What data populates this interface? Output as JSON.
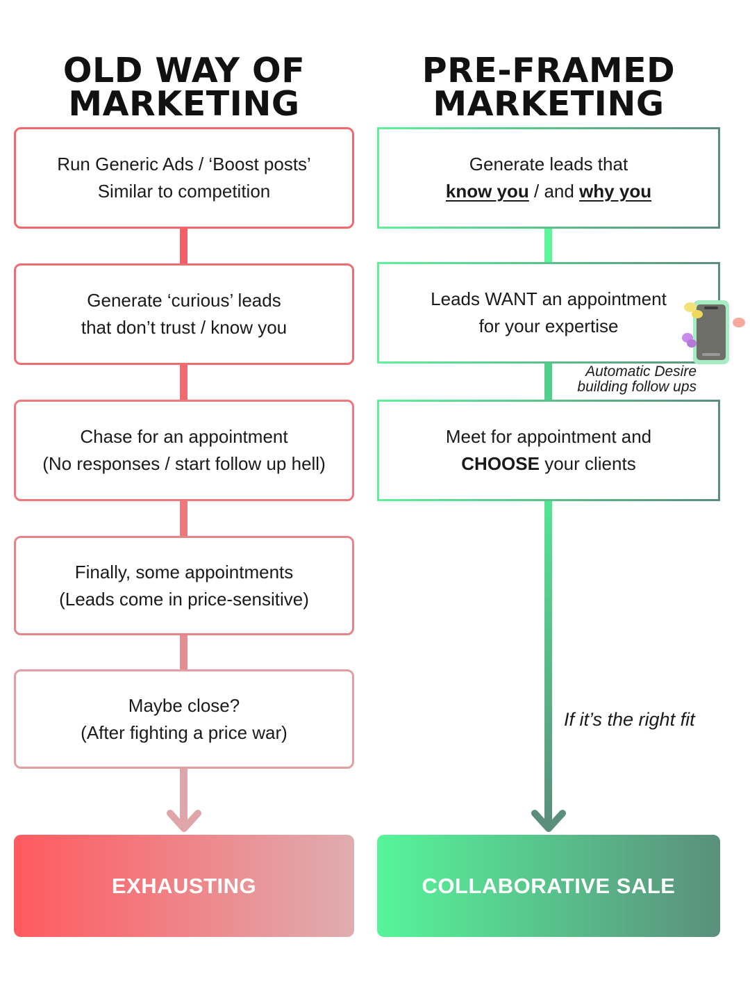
{
  "left": {
    "title_line1": "OLD WAY OF",
    "title_line2": "MARKETING",
    "steps": [
      {
        "line1": "Run Generic Ads / ‘Boost posts’",
        "line2": "Similar to competition"
      },
      {
        "line1": "Generate ‘curious’ leads",
        "line2": "that don’t trust / know you"
      },
      {
        "line1": "Chase for an appointment",
        "line2": "(No responses / start follow up hell)"
      },
      {
        "line1": "Finally, some appointments",
        "line2": "(Leads come in price-sensitive)"
      },
      {
        "line1": "Maybe close?",
        "line2": "(After fighting a price war)"
      }
    ],
    "result": "EXHAUSTING",
    "colors": {
      "accent": "#ff5a5f",
      "fade": "#dea6ab"
    }
  },
  "right": {
    "title_line1": "PRE-FRAMED",
    "title_line2": "MARKETING",
    "steps": [
      {
        "line1": "Generate leads that",
        "line2_part1": "know you",
        "line2_part2": " / and ",
        "line2_part3": "why you"
      },
      {
        "line1": "Leads WANT an appointment",
        "line2": "for your expertise"
      },
      {
        "line1": "Meet for appointment and",
        "line2_part1": "CHOOSE",
        "line2_part2": " your clients"
      }
    ],
    "note_followups_line1": "Automatic Desire",
    "note_followups_line2": "building follow ups",
    "note_fit": "If it’s the right fit",
    "result": "COLLABORATIVE SALE",
    "colors": {
      "accent": "#56f59a",
      "fade": "#5a8f7c"
    }
  },
  "icons": {
    "phone": "smartphone-with-chat-bubbles-icon"
  }
}
